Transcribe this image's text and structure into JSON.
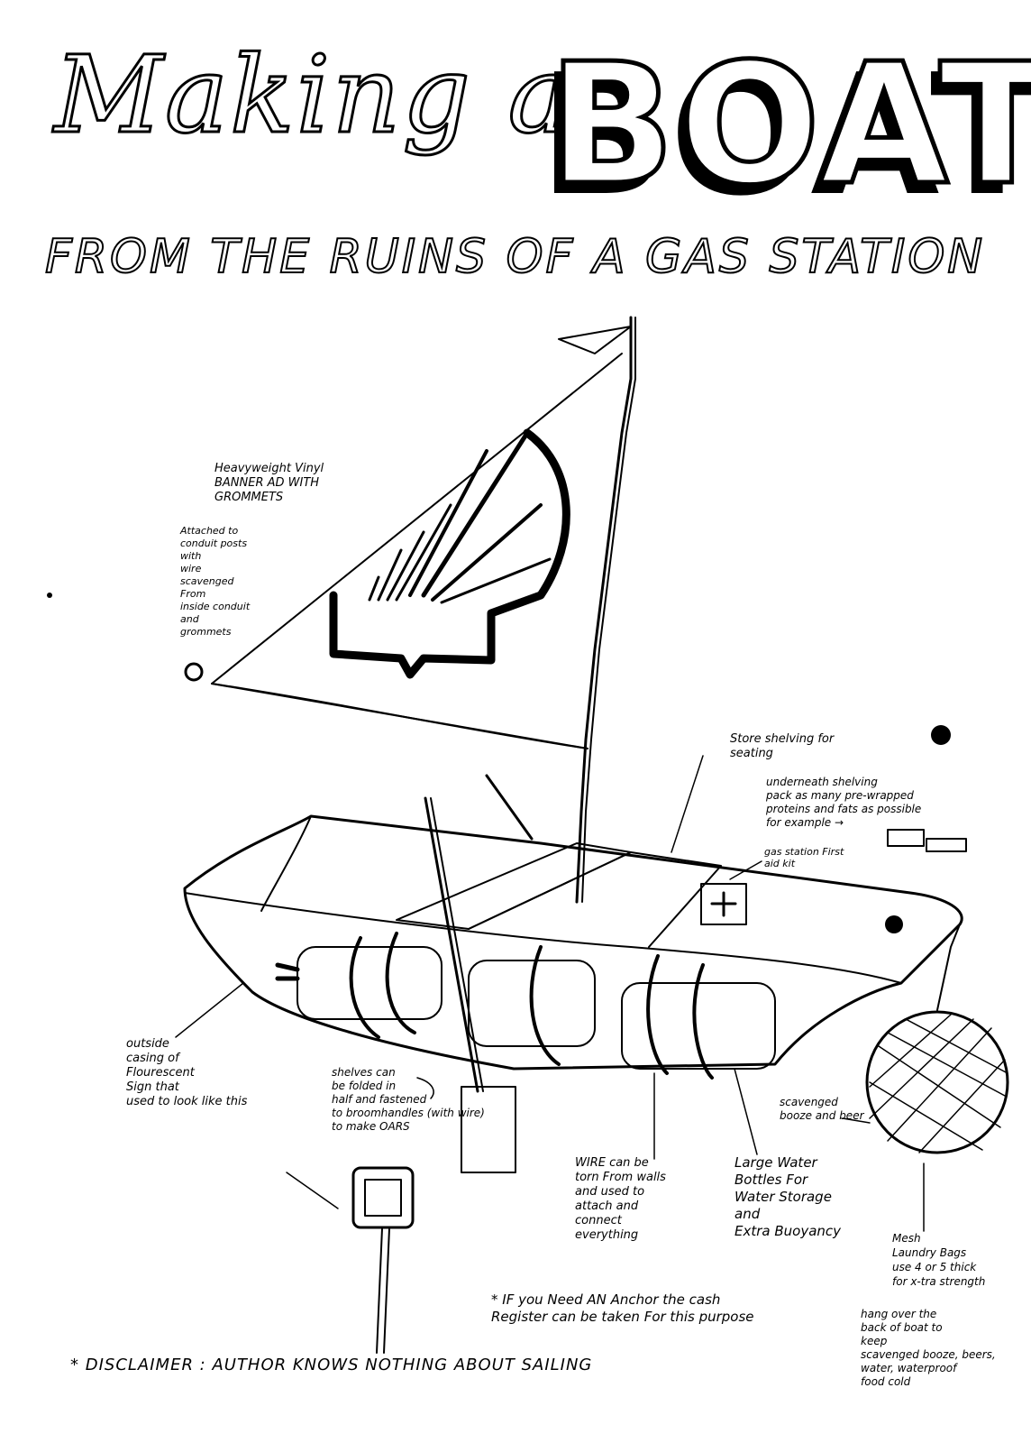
{
  "title": {
    "script": "Making a",
    "bold": "BOAT",
    "subtitle": "FROM THE RUINS OF A GAS STATION"
  },
  "annotations": {
    "sail": "Heavyweight Vinyl\nBANNER AD WITH\nGROMMETS",
    "sail_attach": "Attached to\nconduit posts\nwith\nwire\nscavenged\nFrom\ninside conduit\nand\ngrommets",
    "shelving": "Store shelving for\nseating",
    "underneath": "underneath shelving\npack as many pre-wrapped\nproteins and fats as possible\nfor example →",
    "first_aid": "gas station First\naid kit",
    "casing": "outside\ncasing of\nFlourescent\nSign that\nused to look like this",
    "oars": "shelves can\nbe folded in\nhalf and fastened\nto broomhandles (with wire)\nto make OARS",
    "wire": "WIRE can be\ntorn From walls\nand used to\nattach and\nconnect\neverything",
    "water": "Large Water\nBottles For\nWater Storage\nand\nExtra Buoyancy",
    "booze": "scavenged\nbooze and beer",
    "mesh": "Mesh\nLaundry Bags\nuse 4 or 5 thick\nfor x-tra strength",
    "hang": "hang over the\nback of boat to\nkeep\nscavenged booze, beers,\nwater, waterproof\nfood cold",
    "anchor": "* IF you Need AN Anchor the cash\nRegister can be taken For this purpose",
    "disclaimer": "* DISCLAIMER : AUTHOR KNOWS NOTHING ABOUT SAILING"
  },
  "colors": {
    "ink": "#000000",
    "paper": "#ffffff"
  }
}
